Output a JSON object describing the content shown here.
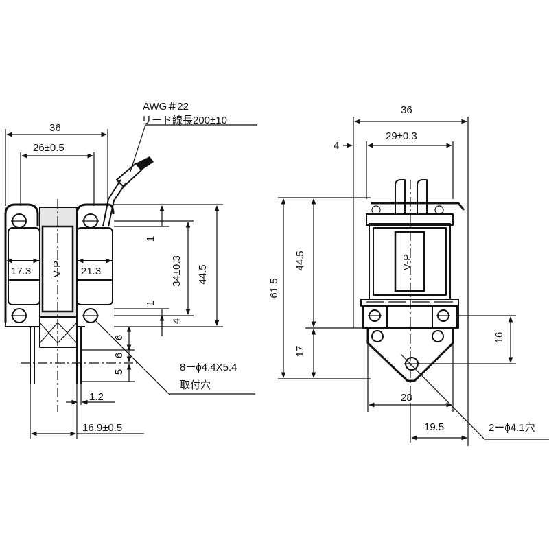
{
  "lead_note": {
    "line1": "AWG＃22",
    "line2": "リード線長200±10"
  },
  "side_view": {
    "width_overall": "36",
    "width_inner": "26±0.5",
    "left_section": "17.3",
    "right_section": "21.3",
    "height_overall": "44.5",
    "height_inner": "34±0.3",
    "step_top": "1",
    "step_bottom": "1",
    "offset_4": "4",
    "offset_6": "6",
    "slot_6": "6",
    "slot_5": "5",
    "thickness": "1.2",
    "base_offset": "16.9±0.5",
    "label_vp": "V-P",
    "mount_note_line1": "8ーϕ4.4X5.4",
    "mount_note_line2": "取付穴"
  },
  "front_view": {
    "width_overall": "36",
    "width_inner": "29±0.3",
    "edge_offset": "4",
    "height_total": "61.5",
    "height_core": "44.5",
    "height_lower": "17",
    "bracket_height": "16",
    "hole_pitch": "28",
    "hole_offset": "19.5",
    "label_vp": "V-P",
    "hole_note": "2ーϕ4.1穴"
  }
}
